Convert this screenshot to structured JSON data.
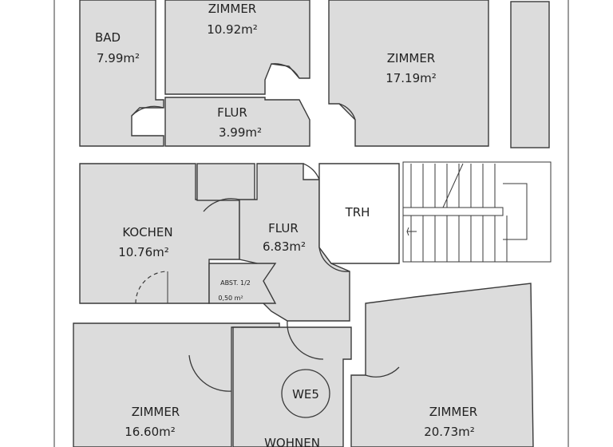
{
  "rooms": {
    "bad": {
      "name": "BAD",
      "area": "7.99m²"
    },
    "zimmer_top": {
      "name": "ZIMMER",
      "area": "10.92m²"
    },
    "zimmer_right_top": {
      "name": "ZIMMER",
      "area": "17.19m²"
    },
    "flur_top": {
      "name": "FLUR",
      "area": "3.99m²"
    },
    "kochen": {
      "name": "KOCHEN",
      "area": "10.76m²"
    },
    "flur_mid": {
      "name": "FLUR",
      "area": "6.83m²"
    },
    "abst": {
      "name": "ABST. 1/2",
      "area": "0,50 m²"
    },
    "zimmer_bl": {
      "name": "ZIMMER",
      "area": "16.60m²"
    },
    "zimmer_br": {
      "name": "ZIMMER",
      "area": "20.73m²"
    },
    "wohnen": {
      "name": "WOHNEN"
    }
  },
  "stairwell": {
    "label": "TRH"
  },
  "unit": {
    "label": "WE5"
  },
  "colors": {
    "room_fill": "#dcdcdc",
    "wall": "#ffffff",
    "line": "#3a3a3a"
  }
}
